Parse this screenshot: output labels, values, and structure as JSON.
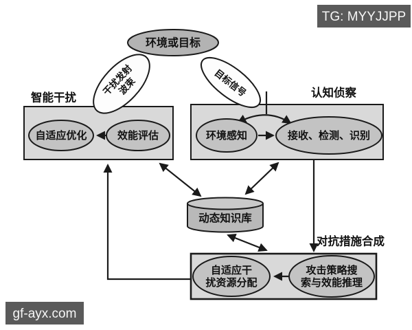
{
  "badge": {
    "label": "TG: MYYJJPP"
  },
  "watermark": {
    "label": "gf-ayx.com"
  },
  "sections": {
    "jamming_title": "智能干扰",
    "recon_title": "认知侦察",
    "countermeasure_title": "对抗措施合成"
  },
  "nodes": {
    "environment": "环境或目标",
    "beam_line1": "干扰发射",
    "beam_line2": "波束",
    "target_signal": "目标信号",
    "adaptive_optimization": "自适应优化",
    "effectiveness_evaluation": "效能评估",
    "environment_sensing": "环境感知",
    "receive_detect_identify": "接收、检测、识别",
    "knowledge_base": "动态知识库",
    "resource_alloc_line1": "自适应干",
    "resource_alloc_line2": "扰资源分配",
    "strategy_line1": "攻击策略搜",
    "strategy_line2": "索与效能推理"
  },
  "colors": {
    "background": "#ffffff",
    "box_fill": "#d9d9d9",
    "node_fill": "#c3c3c3",
    "env_fill": "#b3b3b3",
    "cylinder_fill": "#b9b9b9",
    "cylinder_top_fill": "#c9c9c9",
    "blob_fill": "#fdfdfd",
    "line_color": "#1a1a1a",
    "badge_bg": "#5a5a5a",
    "badge_text_color": "#f6f6f6"
  }
}
